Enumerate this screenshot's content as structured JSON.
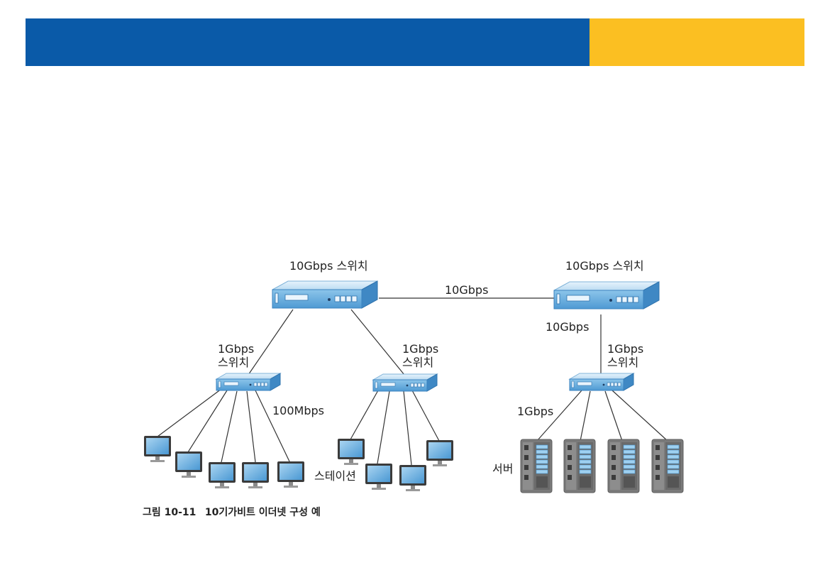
{
  "header": {
    "blue_color": "#0a5aa8",
    "yellow_color": "#fbbf22"
  },
  "labels": {
    "core_switch_left": "10Gbps 스위치",
    "core_switch_right": "10Gbps 스위치",
    "core_link": "10Gbps",
    "right_core_downlink": "10Gbps",
    "left_access_speed": "1Gbps",
    "left_access_name": "스위치",
    "mid_access_speed": "1Gbps",
    "mid_access_name": "스위치",
    "right_access_speed": "1Gbps",
    "right_access_name": "스위치",
    "station_link": "100Mbps",
    "server_link": "1Gbps",
    "stations": "스테이션",
    "servers": "서버"
  },
  "caption": {
    "number": "그림 10-11",
    "text": "10기가비트 이더넷 구성 예"
  },
  "colors": {
    "switch_top": "#cfe6f6",
    "switch_front": "#6eb2e0",
    "monitor": "#5da8dc",
    "server": "#7d7d7d",
    "line": "#333333"
  }
}
